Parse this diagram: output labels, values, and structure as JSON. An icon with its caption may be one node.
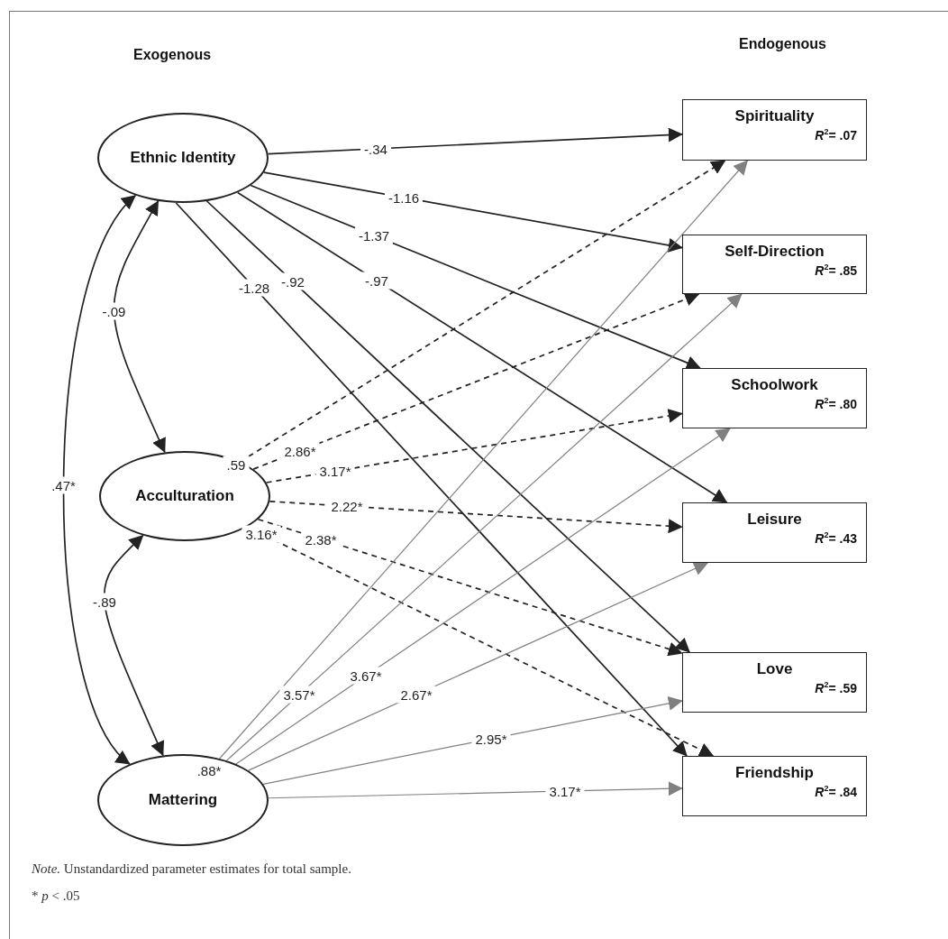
{
  "diagram": {
    "nodes": [
      {
        "text": [
          "Ethnic Identity"
        ]
      },
      {
        "text": [
          "Acculturation"
        ]
      },
      {
        "text": [
          "Mattering"
        ]
      },
      {
        "text": [
          "Spirituality",
          "*R*$^{2}$= .07"
        ]
      },
      {
        "text": [
          "Self-Direction",
          "*R*$^{2}$= .85"
        ]
      },
      {
        "text": [
          "Schoolwork",
          "*R*$^{2}$= .80"
        ]
      },
      {
        "text": [
          "Leisure",
          "*R*$^{2}$= .43"
        ]
      },
      {
        "text": [
          "Love",
          "*R*$^{2}$= .59"
        ]
      },
      {
        "text": [
          "Friendship",
          "*R*$^{2}$= .84"
        ]
      }
    ],
    "edges": [
      {
        "from": 0,
        "to": 3,
        "arrow": "to",
        "label": "-.34"
      },
      {
        "from": 0,
        "to": 4,
        "arrow": "to",
        "label": "-1.16"
      },
      {
        "from": 0,
        "to": 5,
        "arrow": "to",
        "label": "-1.37"
      },
      {
        "from": 0,
        "to": 6,
        "arrow": "to",
        "label": "-.97"
      },
      {
        "from": 0,
        "to": 7,
        "arrow": "to",
        "label": "-.92"
      },
      {
        "from": 0,
        "to": 8,
        "arrow": "to",
        "label": "-1.28"
      },
      {
        "from": 1,
        "to": 3,
        "arrow": "to",
        "label": ".59",
        "style": "dashed"
      },
      {
        "from": 1,
        "to": 4,
        "arrow": "to",
        "label": "2.86*",
        "style": "dashed"
      },
      {
        "from": 1,
        "to": 5,
        "arrow": "to",
        "label": "3.17*",
        "style": "dashed"
      },
      {
        "from": 1,
        "to": 6,
        "arrow": "to",
        "label": "2.22*",
        "style": "dashed"
      },
      {
        "from": 1,
        "to": 7,
        "arrow": "to",
        "label": "2.38*",
        "style": "dashed"
      },
      {
        "from": 1,
        "to": 8,
        "arrow": "to",
        "label": "3.16*",
        "style": "dashed"
      },
      {
        "from": 2,
        "to": 3,
        "arrow": "to",
        "label": ".88*",
        "color": "#808080"
      },
      {
        "from": 2,
        "to": 4,
        "arrow": "to",
        "label": "3.57*",
        "color": "#808080"
      },
      {
        "from": 2,
        "to": 5,
        "arrow": "to",
        "label": "3.67*",
        "color": "#808080"
      },
      {
        "from": 2,
        "to": 6,
        "arrow": "to",
        "label": "2.67*",
        "color": "#808080"
      },
      {
        "from": 2,
        "to": 7,
        "arrow": "to",
        "label": "2.95*",
        "color": "#808080"
      },
      {
        "from": 2,
        "to": 8,
        "arrow": "to",
        "label": "3.17*",
        "color": "#808080"
      },
      {
        "from": 0,
        "to": 1,
        "arrow": "both",
        "label": "-.09"
      },
      {
        "from": 1,
        "to": 2,
        "arrow": "both",
        "label": "-.89"
      },
      {
        "from": 0,
        "to": 2,
        "arrow": "both",
        "label": ".47*"
      }
    ],
    "labels": [
      "Exogenous",
      "Endogenous",
      "*Note.* Unstandardized parameter estimates for total sample.",
      "* *p* < .05"
    ]
  }
}
